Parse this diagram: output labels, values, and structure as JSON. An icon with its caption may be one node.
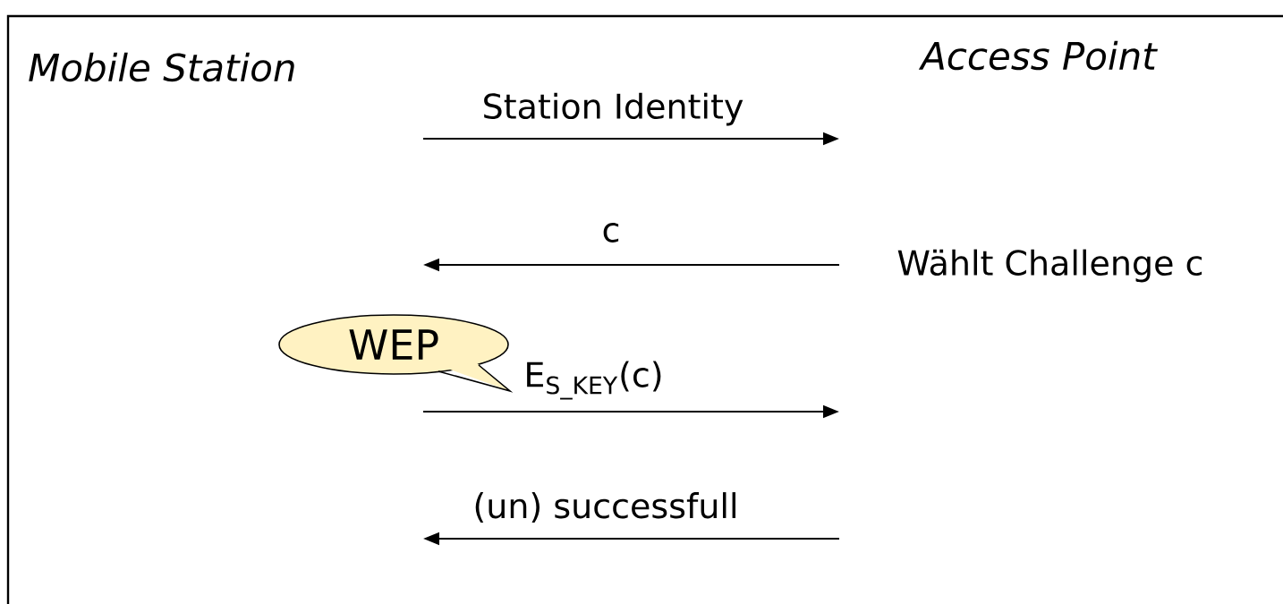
{
  "diagram": {
    "nodes": [
      {
        "text": [
          "Mobile Station"
        ]
      },
      {
        "text": [
          "Access Point"
        ]
      },
      {
        "text": [
          "WEP"
        ]
      }
    ],
    "labels": [
      "Station Identity",
      "c",
      "Wählt Challenge c",
      "E$_{S_KEY}$(c)",
      "(un) successfull"
    ]
  }
}
